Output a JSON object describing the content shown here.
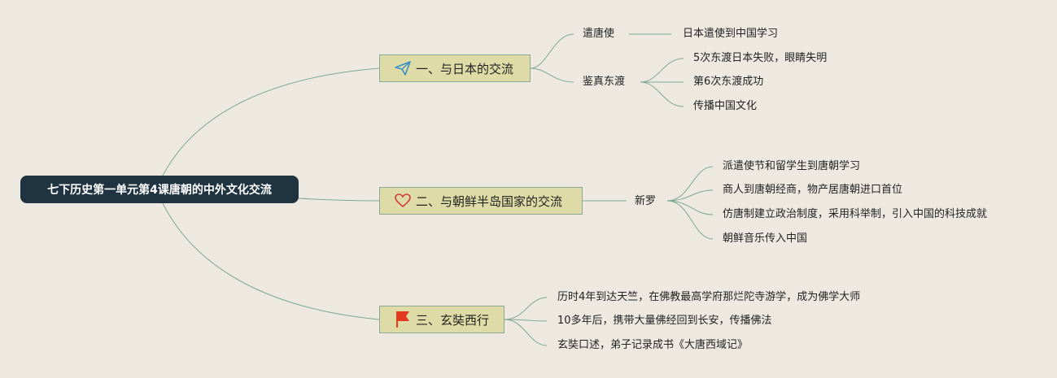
{
  "root": {
    "label": "七下历史第一单元第4课唐朝的中外文化交流"
  },
  "branches": [
    {
      "label": "一、与日本的交流",
      "icon": "paper-plane-icon",
      "children": [
        {
          "label": "遣唐使",
          "children": [
            "日本遣使到中国学习"
          ]
        },
        {
          "label": "鉴真东渡",
          "children": [
            "5次东渡日本失败，眼睛失明",
            "第6次东渡成功",
            "传播中国文化"
          ]
        }
      ]
    },
    {
      "label": "二、与朝鲜半岛国家的交流",
      "icon": "heart-icon",
      "children": [
        {
          "label": "新罗",
          "children": [
            "派遣使节和留学生到唐朝学习",
            "商人到唐朝经商，物产居唐朝进口首位",
            "仿唐制建立政治制度，采用科举制，引入中国的科技成就",
            "朝鲜音乐传入中国"
          ]
        }
      ]
    },
    {
      "label": "三、玄奘西行",
      "icon": "red-flag-icon",
      "children": [
        {
          "label": "历时4年到达天竺，在佛教最高学府那烂陀寺游学，成为佛学大师"
        },
        {
          "label": "10多年后，携带大量佛经回到长安，传播佛法"
        },
        {
          "label": "玄奘口述，弟子记录成书《大唐西域记》"
        }
      ]
    }
  ],
  "colors": {
    "background": "#ede9e1",
    "root_fill": "#1f3340",
    "branch_fill": "#dfdba6",
    "branch_border": "#8aa898",
    "connector": "#7fa894",
    "flag": "#e23a1e",
    "heart": "#d03a3a",
    "plane": "#3a8fc8"
  }
}
